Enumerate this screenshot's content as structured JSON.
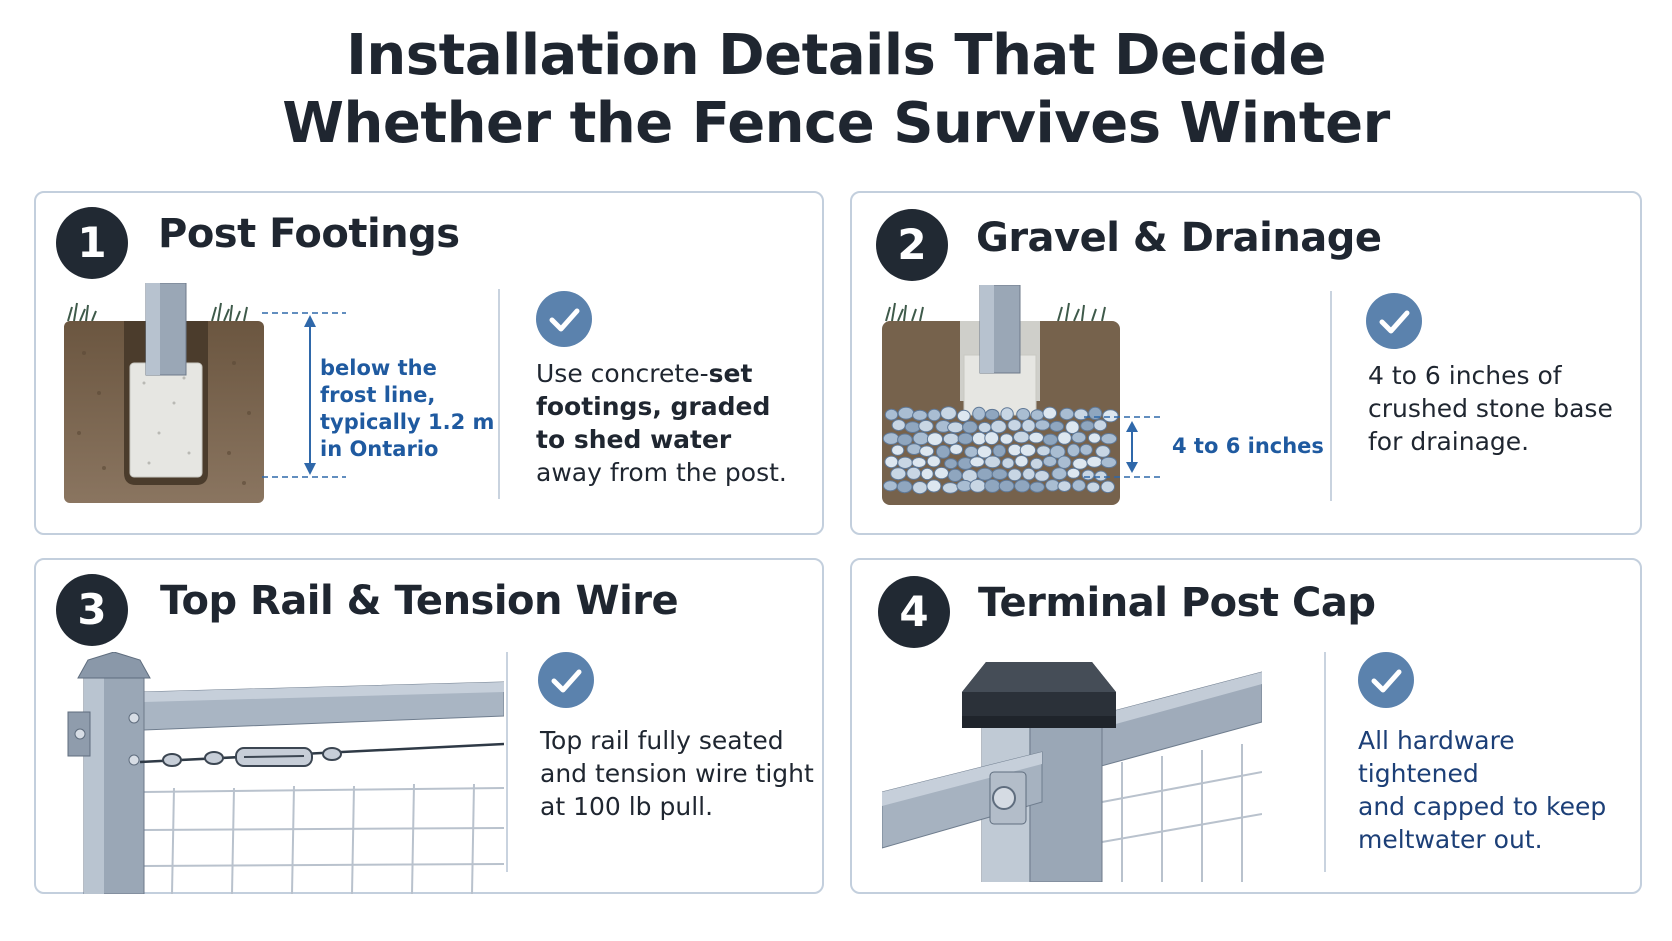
{
  "title": {
    "line1": "Installation Details That Decide",
    "line2": "Whether the Fence Survives Winter"
  },
  "panels": [
    {
      "number": "1",
      "title": "Post Footings",
      "annotation": [
        "below the",
        "frost line,",
        "typically 1.2 m",
        "in Ontario"
      ],
      "description": {
        "part1": "Use concrete-",
        "part2": "set",
        "line2": "footings, graded",
        "line3": "to shed water",
        "line4": "away from the post."
      },
      "icon": "checkmark-icon"
    },
    {
      "number": "2",
      "title": "Gravel & Drainage",
      "annotation": "4 to 6 inches",
      "description": [
        "4 to 6 inches of",
        "crushed stone base",
        "for drainage."
      ],
      "icon": "checkmark-icon"
    },
    {
      "number": "3",
      "title": "Top Rail & Tension Wire",
      "description": [
        "Top rail fully seated",
        "and tension wire tight",
        "at 100 lb pull."
      ],
      "icon": "checkmark-icon"
    },
    {
      "number": "4",
      "title": "Terminal Post Cap",
      "description": [
        "All hardware tightened",
        "and capped to keep",
        "meltwater out."
      ],
      "icon": "checkmark-icon"
    }
  ],
  "colors": {
    "dark": "#212933",
    "accent": "#5b82ad",
    "annotation": "#1f5aa0",
    "border": "#c3cfdd",
    "soil": "#7a6650",
    "steel": "#8f9db0"
  }
}
